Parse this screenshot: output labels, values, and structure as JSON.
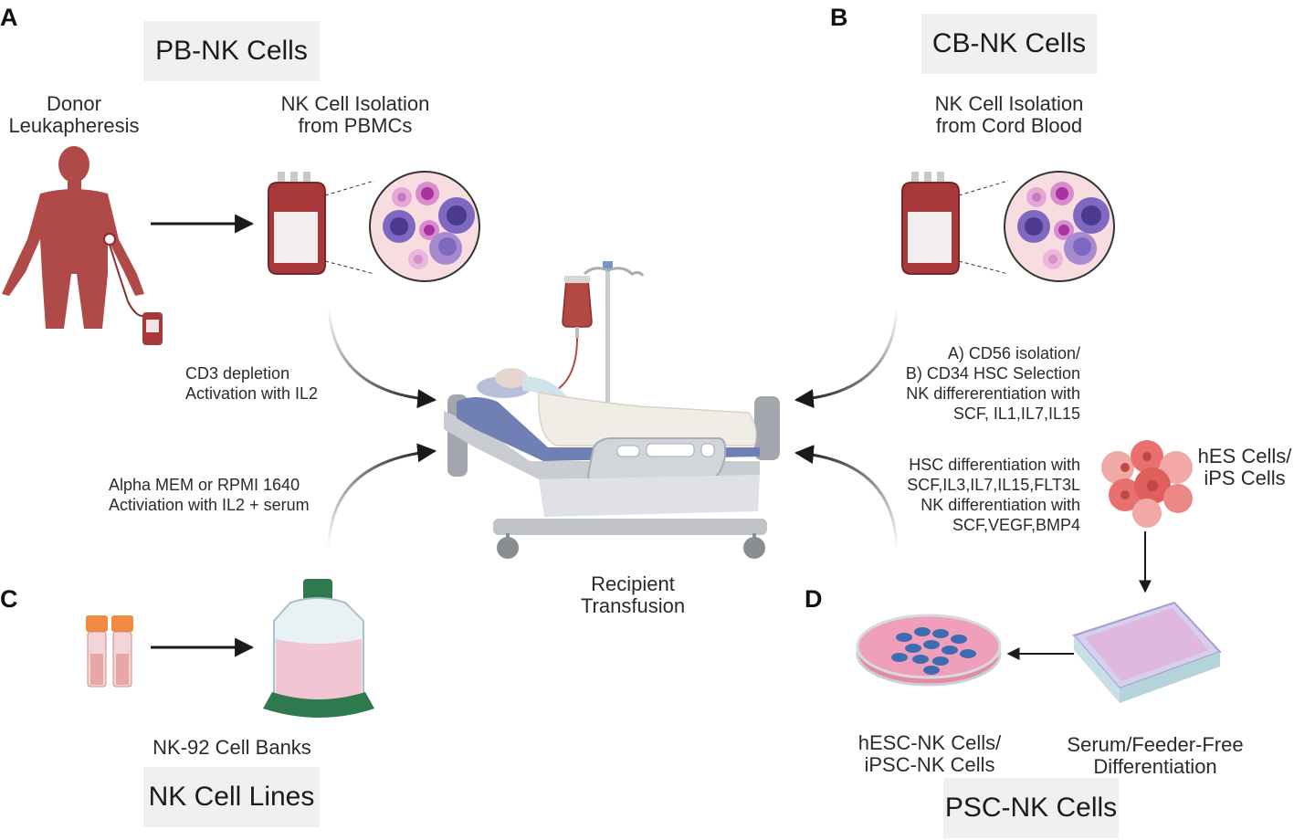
{
  "panels": {
    "a": {
      "letter": "A",
      "title": "PB-NK Cells",
      "source_label": [
        "Donor",
        "Leukapheresis"
      ],
      "isolation_label": [
        "NK Cell Isolation",
        "from PBMCs"
      ],
      "process": [
        "CD3 depletion",
        "Activation with IL2"
      ]
    },
    "b": {
      "letter": "B",
      "title": "CB-NK Cells",
      "isolation_label": [
        "NK Cell Isolation",
        "from Cord Blood"
      ],
      "process": [
        "A) CD56 isolation/",
        "B) CD34 HSC Selection",
        "NK differerentiation with",
        "SCF, IL1,IL7,IL15"
      ]
    },
    "c": {
      "letter": "C",
      "title": "NK Cell Lines",
      "bank_label": "NK-92 Cell Banks",
      "process": [
        "Alpha MEM or RPMI 1640",
        "Activiation with IL2 + serum"
      ]
    },
    "d": {
      "letter": "D",
      "title": "PSC-NK Cells",
      "stem_label": [
        "hES Cells/",
        "iPS Cells"
      ],
      "process": [
        "HSC differentiation with",
        "SCF,IL3,IL7,IL15,FLT3L",
        "NK differentiation with",
        "SCF,VEGF,BMP4"
      ],
      "product_label": [
        "hESC-NK Cells/",
        "iPSC-NK Cells"
      ],
      "differentiation_label": [
        "Serum/Feeder-Free",
        "Differentiation"
      ]
    }
  },
  "center": {
    "label": [
      "Recipient",
      "Transfusion"
    ]
  },
  "colors": {
    "blood": "#a8383a",
    "body": "#b04a48",
    "cell_bg": "#f8dde0",
    "nk_cell": "#7e68c0",
    "pink_cell": "#d88cd0",
    "stem_cell": "#e8706e",
    "dish": "#e58aa6",
    "plate": "#c8b7e4",
    "flask_cap": "#2e7a4e",
    "vial_cap": "#f08a40",
    "bed_gray": "#bfc2c7",
    "bed_blue": "#7080b5"
  }
}
